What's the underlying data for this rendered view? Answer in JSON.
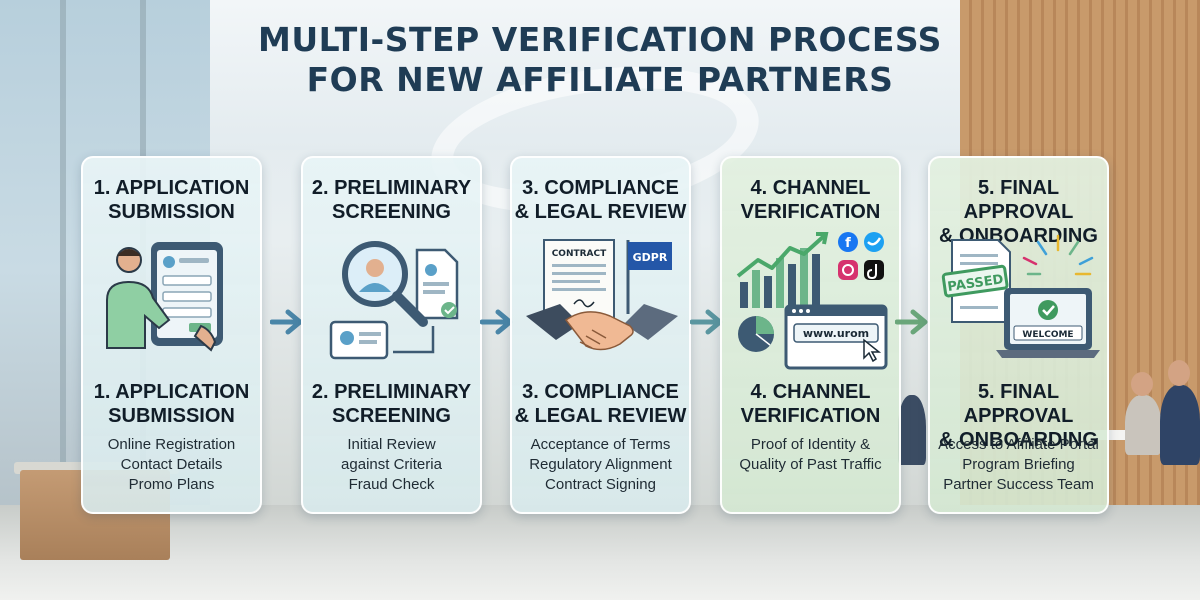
{
  "title": {
    "line1": "MULTI-STEP VERIFICATION PROCESS",
    "line2": "FOR NEW AFFILIATE PARTNERS"
  },
  "steps": [
    {
      "heading_line1": "1. APPLICATION",
      "heading_line2": "SUBMISSION",
      "details": [
        "Online Registration",
        "Contact Details",
        "Promo Plans"
      ],
      "icon": "person-tablet-form-icon"
    },
    {
      "heading_line1": "2. PRELIMINARY",
      "heading_line2": "SCREENING",
      "details": [
        "Initial Review",
        "against Criteria",
        "Fraud Check"
      ],
      "icon": "magnifier-profile-icon"
    },
    {
      "heading_line1": "3. COMPLIANCE",
      "heading_line2": "& LEGAL REVIEW",
      "details": [
        "Acceptance of Terms",
        "Regulatory Alignment",
        "Contract Signing"
      ],
      "icon": "contract-handshake-icon",
      "labels": {
        "contract": "CONTRACT",
        "flag": "GDPR"
      }
    },
    {
      "heading_line1": "4. CHANNEL",
      "heading_line2": "VERIFICATION",
      "details": [
        "Proof of Identity &",
        "Quality of Past Traffic"
      ],
      "icon": "growth-chart-browser-icon",
      "labels": {
        "url": "www.urom"
      }
    },
    {
      "heading_line1": "5. FINAL APPROVAL",
      "heading_line2": "& ONBOARDING",
      "details": [
        "Access to Affiliate Portal",
        "Program Briefing",
        "Partner Success Team"
      ],
      "icon": "laptop-welcome-icon",
      "labels": {
        "stamp": "PASSED",
        "screen": "WELCOME"
      }
    }
  ],
  "colors": {
    "title": "#1f3c55",
    "arrow_blue": "#4a86a8",
    "arrow_green": "#6aa67a",
    "accent_green": "#6cb58a"
  }
}
